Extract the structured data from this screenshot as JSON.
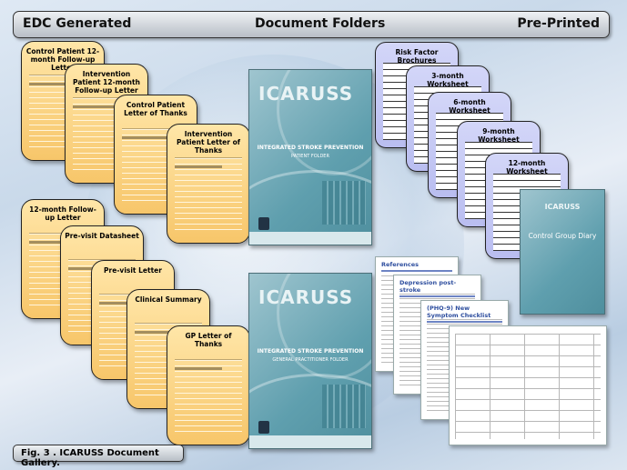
{
  "header": {
    "left": "EDC Generated",
    "center": "Document Folders",
    "right": "Pre-Printed"
  },
  "caption": "Fig. 3 . ICARUSS Document Gallery.",
  "letters_group1": [
    "Control Patient 12-month Follow-up Letter",
    "Intervention Patient 12-month Follow-up Letter",
    "Control Patient Letter of Thanks",
    "Intervention Patient Letter of Thanks"
  ],
  "letters_group2": [
    "12-month Follow-up Letter",
    "Pre-visit Datasheet",
    "Pre-visit Letter",
    "Clinical Summary",
    "GP Letter of Thanks"
  ],
  "folders": [
    {
      "brand": "ICARUSS",
      "subtitle": "INTEGRATED STROKE PREVENTION",
      "kind": "PATIENT FOLDER"
    },
    {
      "brand": "ICARUSS",
      "subtitle": "INTEGRATED STROKE PREVENTION",
      "kind": "GENERAL PRACTITIONER FOLDER"
    }
  ],
  "worksheets": [
    "Risk Factor Brochures",
    "3-month Worksheet",
    "6-month Worksheet",
    "9-month Worksheet",
    "12-month Worksheet"
  ],
  "diary": {
    "brand": "ICARUSS",
    "title": "Control Group Diary"
  },
  "docs": [
    "References",
    "Depression post-stroke",
    "(PHQ-9) New Symptom Checklist"
  ]
}
